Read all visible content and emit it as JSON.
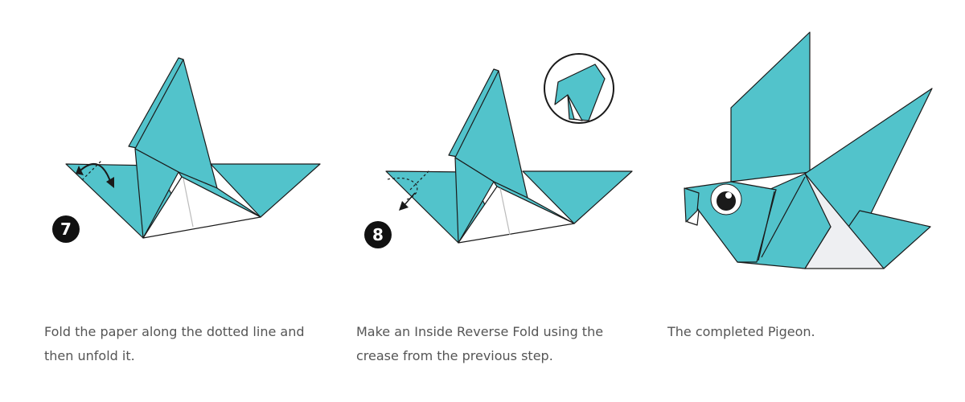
{
  "colors": {
    "paper_teal": "#52C3CB",
    "paper_white": "#FFFFFF",
    "paper_light_gray": "#EEEFF2",
    "outline": "#1A1A1A",
    "badge": "#111111",
    "caption_text": "#555555"
  },
  "steps": [
    {
      "number": "7",
      "caption": "Fold the paper along the dotted line and then unfold it.",
      "icons": [
        "fold-arrow-icon",
        "dotted-fold-line"
      ]
    },
    {
      "number": "8",
      "caption": "Make an Inside Reverse Fold using the crease from the previous step.",
      "icons": [
        "reverse-fold-arrow-icon",
        "detail-magnifier-circle"
      ]
    },
    {
      "number": "",
      "caption": "The completed Pigeon.",
      "icons": [
        "pigeon-eye-icon"
      ]
    }
  ]
}
